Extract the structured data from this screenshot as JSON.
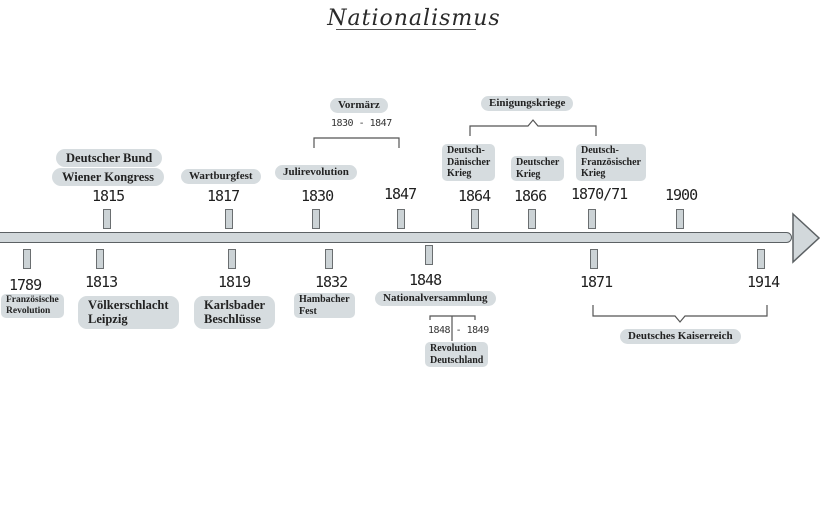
{
  "title": "Nationalismus",
  "top_events": [
    {
      "year": "1815",
      "label": "Deutscher Bund",
      "label2": "Wiener Kongress"
    },
    {
      "year": "1817",
      "label": "Wartburgfest"
    },
    {
      "year": "1830",
      "label": "Julirevolution"
    },
    {
      "year": "1847"
    },
    {
      "year": "1864",
      "label": "Deutsch-\nDänischer\nKrieg"
    },
    {
      "year": "1866",
      "label": "Deutscher\nKrieg"
    },
    {
      "year": "1870/71",
      "label": "Deutsch-\nFranzösischer\nKrieg"
    },
    {
      "year": "1900"
    }
  ],
  "bottom_events": [
    {
      "year": "1789",
      "label": "Französische\nRevolution"
    },
    {
      "year": "1813",
      "label": "Völkerschlacht\nLeipzig"
    },
    {
      "year": "1819",
      "label": "Karlsbader\nBeschlüsse"
    },
    {
      "year": "1832",
      "label": "Hambacher\nFest"
    },
    {
      "year": "1848",
      "label": "Nationalversammlung"
    },
    {
      "year": "1871"
    },
    {
      "year": "1914"
    }
  ],
  "vormaerz": {
    "label": "Vormärz",
    "range": "1830 - 1847"
  },
  "einigungskriege": {
    "label": "Einigungskriege"
  },
  "revolution": {
    "label": "Revolution\nDeutschland",
    "range": "1848 - 1849"
  },
  "kaiserreich": {
    "label": "Deutsches Kaiserreich"
  }
}
